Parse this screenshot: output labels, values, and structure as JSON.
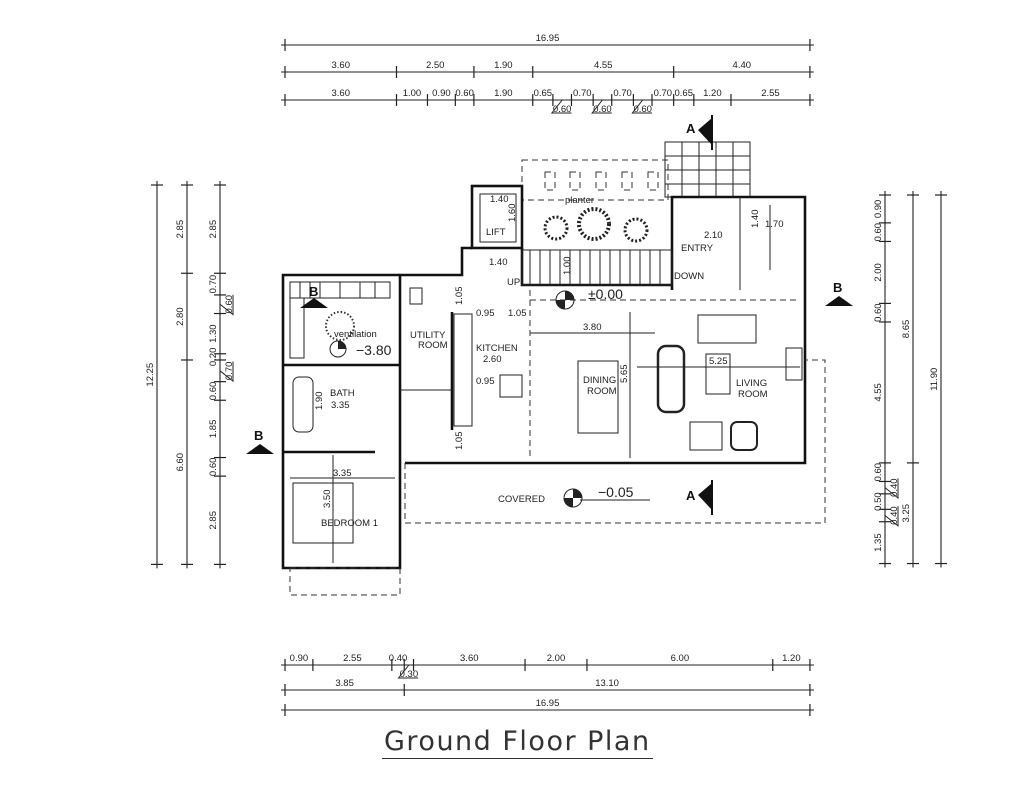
{
  "title": "Ground Floor Plan",
  "dimensions": {
    "top": [
      {
        "segments": [
          "16.95"
        ]
      },
      {
        "segments": [
          "3.60",
          "2.50",
          "1.90",
          "4.55",
          "4.40"
        ]
      },
      {
        "segments": [
          "3.60",
          "1.00",
          "0.90",
          "0.60",
          "1.90",
          "0.65",
          "0.60",
          "0.70",
          "0.60",
          "0.70",
          "0.60",
          "0.70",
          "0.65",
          "1.20",
          "2.55"
        ]
      }
    ],
    "left": [
      {
        "segments": [
          "12.25"
        ]
      },
      {
        "segments": [
          "2.85",
          "2.80",
          "6.60"
        ]
      },
      {
        "segments": [
          "2.85",
          "0.70",
          "0.60",
          "1.30",
          "0.20",
          "0.70",
          "0.60",
          "1.85",
          "0.60",
          "2.85"
        ]
      }
    ],
    "right": [
      {
        "segments": [
          "0.90",
          "0.60",
          "2.00",
          "0.60",
          "4.55",
          "0.60",
          "0.40",
          "0.50",
          "0.40",
          "1.35"
        ]
      },
      {
        "segments": [
          "8.65",
          "3.25"
        ]
      },
      {
        "segments": [
          "11.90"
        ]
      }
    ],
    "bottom": [
      {
        "segments": [
          "0.90",
          "2.55",
          "0.40",
          "0.30",
          "3.60",
          "2.00",
          "6.00",
          "1.20"
        ]
      },
      {
        "segments": [
          "3.85",
          "13.10"
        ]
      },
      {
        "segments": [
          "16.95"
        ]
      }
    ]
  },
  "rooms": {
    "lift": "LIFT",
    "planter": "planter",
    "entry": "ENTRY",
    "up": "UP",
    "down": "DOWN",
    "ventilation": "ventilation",
    "utility_1": "UTILITY",
    "utility_2": "ROOM",
    "kitchen": "KITCHEN",
    "bath": "BATH",
    "dining_1": "DINING",
    "dining_2": "ROOM",
    "living_1": "LIVING",
    "living_2": "ROOM",
    "bedroom": "BEDROOM 1",
    "covered": "COVERED"
  },
  "inner_dims": {
    "lift_w": "1.40",
    "lift_h": "1.60",
    "stair_w": "1.40",
    "stair_h": "1.00",
    "entry": "2.10",
    "wc_w": "1.70",
    "wc_h": "1.40",
    "door_util": "1.05",
    "k1": "0.95",
    "k2": "1.05",
    "k_area": "2.60",
    "k3": "0.95",
    "k4": "1.05",
    "dining_w": "3.80",
    "dining_h": "5.65",
    "living": "5.25",
    "bath_h": "1.90",
    "bath_area": "3.35",
    "bed_w": "3.35",
    "bed_h": "3.50"
  },
  "levels": {
    "main": "±0.00",
    "vent": "−3.80",
    "covered": "−0.05"
  },
  "sections": {
    "a": "A",
    "b": "B"
  }
}
